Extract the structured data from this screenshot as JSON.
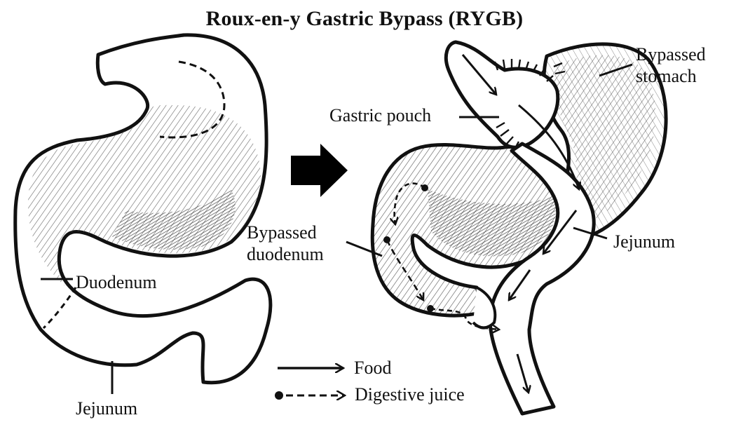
{
  "title": "Roux-en-y Gastric Bypass (RYGB)",
  "left_labels": {
    "duodenum": "Duodenum",
    "jejunum": "Jejunum"
  },
  "right_labels": {
    "bypassed_stomach": [
      "Bypassed",
      "stomach"
    ],
    "gastric_pouch": "Gastric pouch",
    "bypassed_duodenum": [
      "Bypassed",
      "duodenum"
    ],
    "jejunum": "Jejunum"
  },
  "legend": {
    "food": "Food",
    "digestive_juice": "Digestive juice"
  },
  "colors": {
    "ink": "#111111",
    "shade": "#555555",
    "background": "#ffffff"
  }
}
